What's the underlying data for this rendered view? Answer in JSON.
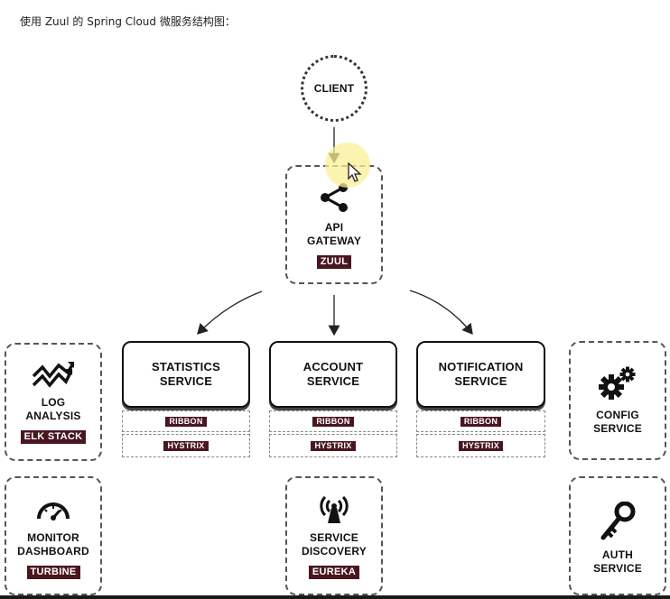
{
  "caption": "使用 Zuul 的 Spring Cloud 微服务结构图：",
  "client": {
    "label": "CLIENT"
  },
  "gateway": {
    "label": "API\nGATEWAY",
    "badge": "ZUUL"
  },
  "services": [
    {
      "label": "STATISTICS\nSERVICE",
      "ribbon": "RIBBON",
      "hystrix": "HYSTRIX"
    },
    {
      "label": "ACCOUNT\nSERVICE",
      "ribbon": "RIBBON",
      "hystrix": "HYSTRIX"
    },
    {
      "label": "NOTIFICATION\nSERVICE",
      "ribbon": "RIBBON",
      "hystrix": "HYSTRIX"
    }
  ],
  "log": {
    "label": "LOG\nANALYSIS",
    "badge": "ELK STACK"
  },
  "monitor": {
    "label": "MONITOR\nDASHBOARD",
    "badge": "TURBINE"
  },
  "discovery": {
    "label": "SERVICE\nDISCOVERY",
    "badge": "EUREKA"
  },
  "config": {
    "label": "CONFIG\nSERVICE"
  },
  "auth": {
    "label": "AUTH\nSERVICE"
  },
  "colors": {
    "badge_bg": "#4a1620",
    "highlight": "#faf096"
  },
  "icons": {
    "gateway": "share-icon",
    "log": "trending-up-icon",
    "monitor": "speedometer-icon",
    "discovery": "antenna-icon",
    "config": "gears-icon",
    "auth": "key-icon"
  }
}
